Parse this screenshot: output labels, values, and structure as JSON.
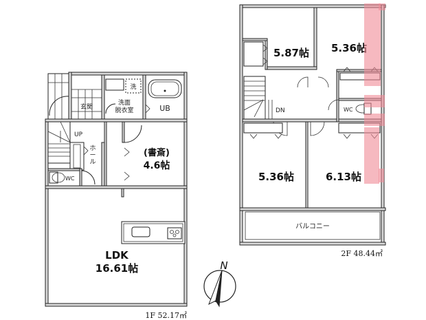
{
  "floor1": {
    "area_label": "1F 52.17㎡",
    "rooms": {
      "entrance": "玄関",
      "washroom_line1": "洗面",
      "washroom_line2": "脱衣室",
      "laundry": "洗",
      "bath": "UB",
      "stairs_up": "UP",
      "hall_1": "ホ",
      "hall_2": "ー",
      "hall_3": "ル",
      "wc": "WC",
      "study_name": "(書斎)",
      "study_size": "4.6帖",
      "ldk_name": "LDK",
      "ldk_size": "16.61帖"
    }
  },
  "floor2": {
    "area_label": "2F 48.44㎡",
    "rooms": {
      "bedroom_nw": "5.87帖",
      "bedroom_ne": "5.36帖",
      "bedroom_sw": "5.36帖",
      "bedroom_se": "6.13帖",
      "stairs_down": "DN",
      "wc": "WC",
      "balcony": "バルコニー"
    }
  },
  "compass": {
    "north_label": "N"
  },
  "colors": {
    "wall_fill": "#d8d8d8",
    "line": "#222222",
    "highlight": "#f08a96"
  }
}
